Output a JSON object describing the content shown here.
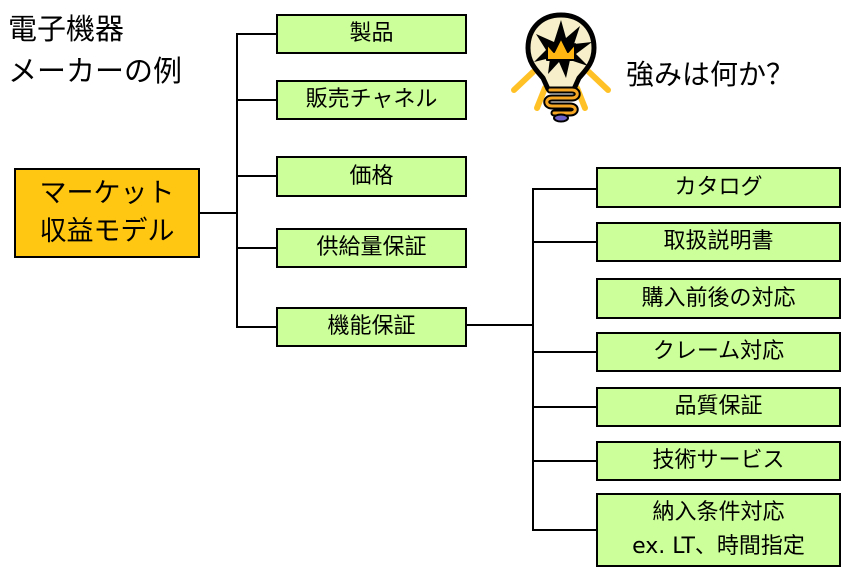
{
  "title": {
    "line1": "電子機器",
    "line2": "メーカーの例"
  },
  "root_box": {
    "line1": "マーケット",
    "line2": "収益モデル"
  },
  "question": {
    "label": "強みは何か？",
    "icon": "light-bulb-icon"
  },
  "factors": [
    {
      "label": "製品"
    },
    {
      "label": "販売チャネル"
    },
    {
      "label": "価格"
    },
    {
      "label": "供給量保証"
    },
    {
      "label": "機能保証"
    }
  ],
  "details": [
    {
      "label": "カタログ"
    },
    {
      "label": "取扱説明書"
    },
    {
      "label": "購入前後の対応"
    },
    {
      "label": "クレーム対応"
    },
    {
      "label": "品質保証"
    },
    {
      "label": "技術サービス"
    },
    {
      "line1": "納入条件対応",
      "line2": "ex. LT、時間指定"
    }
  ],
  "colors": {
    "factor_box_fill": "#CCFF99",
    "root_box_fill": "#FFC612",
    "box_border": "#000000",
    "connector_line": "#000000",
    "text": "#000000",
    "background": "#FFFFFF",
    "bulb_gold": "#FFC125",
    "bulb_glass": "#F6EFC9",
    "bulb_base_orange": "#F5A623",
    "bulb_tip_purple": "#6D62C9"
  }
}
